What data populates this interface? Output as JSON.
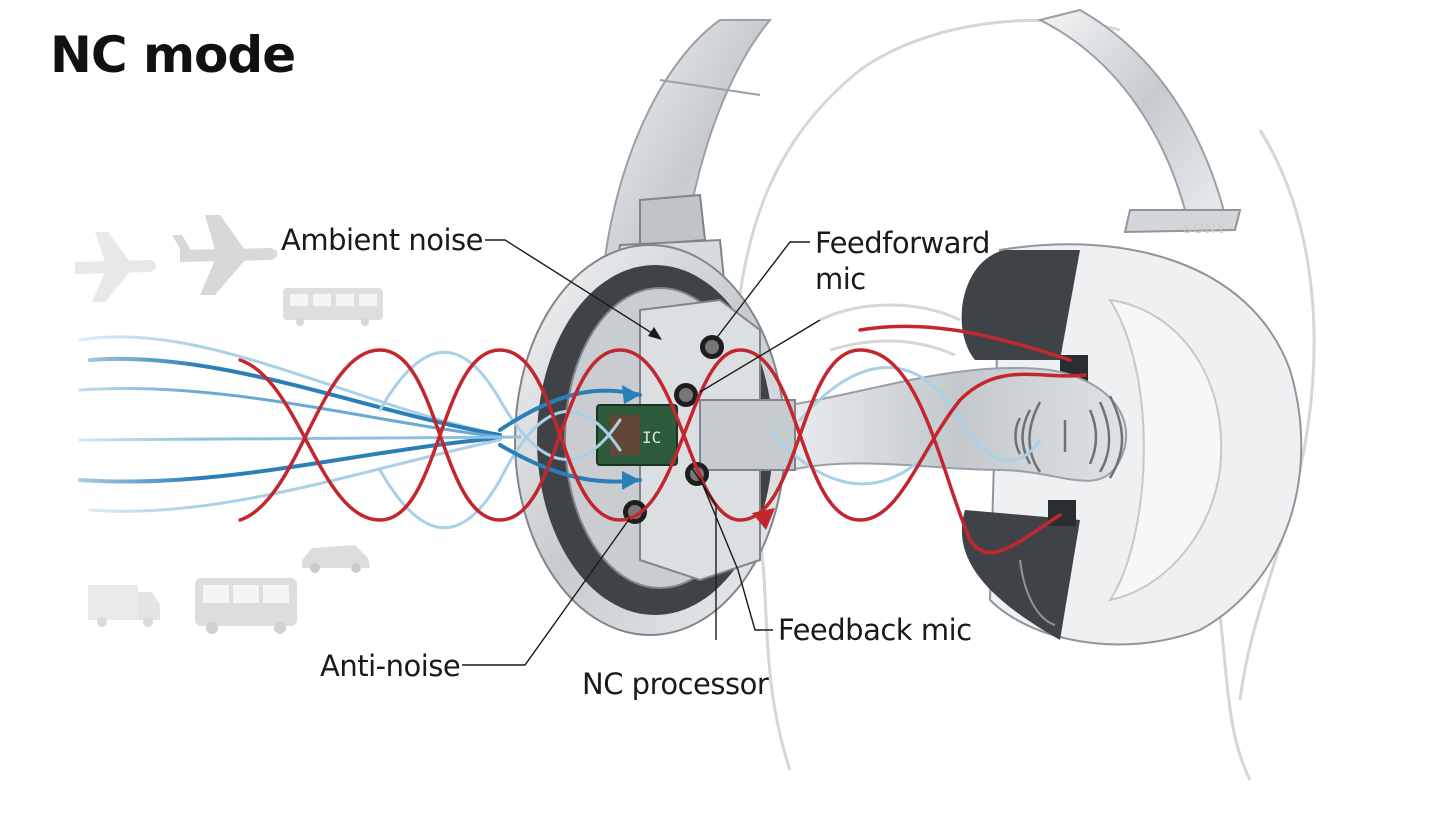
{
  "title": "NC mode",
  "labels": {
    "ambient_noise": "Ambient noise",
    "feedforward_mic": [
      "Feedforward",
      "mic"
    ],
    "feedback_mic": "Feedback mic",
    "anti_noise": "Anti-noise",
    "nc_processor": "NC processor"
  },
  "chip_text": "IC",
  "brand": "SONY",
  "colors": {
    "noise_wave": "#2b7fb8",
    "noise_wave_light": "#a9d0e6",
    "anti_noise_wave": "#c4262e",
    "headphone_metal": "#cfd2d6",
    "ear_pad": "#3f4347",
    "chip": "#2e5a3c"
  },
  "icons": [
    "airplane-icon",
    "train-icon",
    "car-icon",
    "truck-icon",
    "bus-icon"
  ]
}
